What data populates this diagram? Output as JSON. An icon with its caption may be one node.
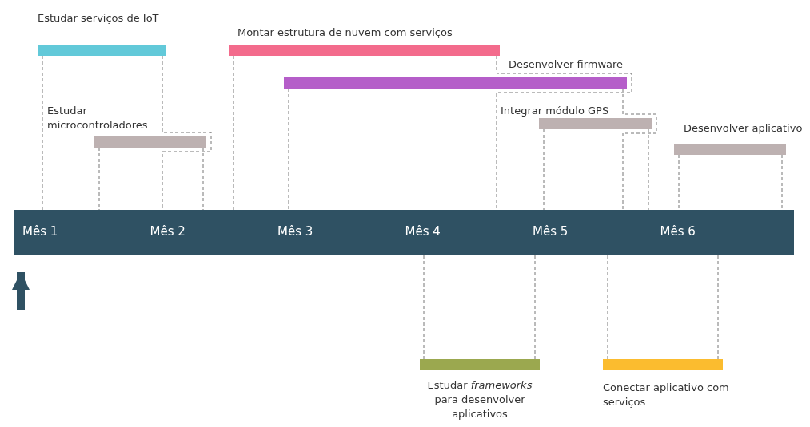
{
  "diagram": {
    "nodes": [
      {
        "text": [],
        "shape": "bar"
      },
      {
        "text": [
          "Estudar serviços de IoT"
        ]
      },
      {
        "text": [
          "Estudar microcontroladores"
        ]
      },
      {
        "text": [
          "Montar estrutura de nuvem com serviços"
        ]
      },
      {
        "text": [
          "Desenvolver firmware"
        ]
      },
      {
        "text": [
          "Integrar módulo GPS"
        ]
      },
      {
        "text": [
          "Desenvolver aplicativo"
        ]
      },
      {
        "text": [
          "Estudar *frameworks* para desenvolver aplicativos"
        ]
      },
      {
        "text": [
          "Conectar aplicativo com serviços"
        ]
      }
    ],
    "edges": [
      {
        "from": 1,
        "to": 0,
        "arrow": "none",
        "style": "dashed"
      },
      {
        "from": 1,
        "to": 0,
        "arrow": "none",
        "style": "dashed"
      },
      {
        "from": 2,
        "to": 0,
        "arrow": "none",
        "style": "dashed"
      },
      {
        "from": 2,
        "to": 0,
        "arrow": "none",
        "style": "dashed"
      },
      {
        "from": 3,
        "to": 0,
        "arrow": "none",
        "style": "dashed"
      },
      {
        "from": 3,
        "to": 0,
        "arrow": "none",
        "style": "dashed"
      },
      {
        "from": 4,
        "to": 0,
        "arrow": "none",
        "style": "dashed"
      },
      {
        "from": 4,
        "to": 0,
        "arrow": "none",
        "style": "dashed"
      },
      {
        "from": 5,
        "to": 0,
        "arrow": "none",
        "style": "dashed"
      },
      {
        "from": 5,
        "to": 0,
        "arrow": "none",
        "style": "dashed"
      },
      {
        "from": 6,
        "to": 0,
        "arrow": "none",
        "style": "dashed"
      },
      {
        "from": 6,
        "to": 0,
        "arrow": "none",
        "style": "dashed"
      },
      {
        "from": 7,
        "to": 0,
        "arrow": "none",
        "style": "dashed"
      },
      {
        "from": 7,
        "to": 0,
        "arrow": "none",
        "style": "dashed"
      },
      {
        "from": 8,
        "to": 0,
        "arrow": "none",
        "style": "dashed"
      },
      {
        "from": 8,
        "to": 0,
        "arrow": "none",
        "style": "dashed"
      },
      {
        "from": null,
        "to": 0,
        "arrow": "to",
        "style": "thick"
      }
    ],
    "labels": [
      "Mês 1",
      "Mês 2",
      "Mês 3",
      "Mês 4",
      "Mês 5",
      "Mês 6"
    ]
  }
}
